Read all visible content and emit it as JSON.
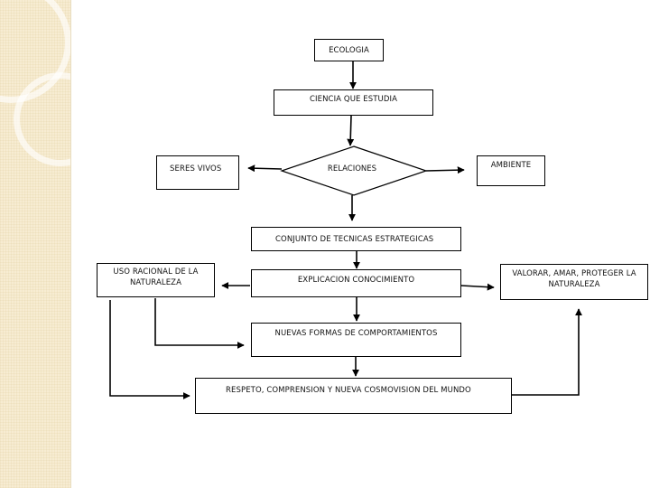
{
  "diagram": {
    "nodes": {
      "ecologia": "ECOLOGIA",
      "ciencia": "CIENCIA QUE ESTUDIA",
      "seres_vivos": "SERES VIVOS",
      "relaciones": "RELACIONES",
      "ambiente": "AMBIENTE",
      "conjunto": "CONJUNTO DE TECNICAS ESTRATEGICAS",
      "uso_racional": "USO RACIONAL DE LA NATURALEZA",
      "explicacion": "EXPLICACION CONOCIMIENTO",
      "valorar": "VALORAR, AMAR, PROTEGER LA NATURALEZA",
      "nuevas_formas": "NUEVAS FORMAS DE COMPORTAMIENTOS",
      "respeto": "RESPETO, COMPRENSION Y NUEVA COSMOVISION DEL MUNDO"
    },
    "colors": {
      "sidebar": "#f7ecd2",
      "stroke": "#000000"
    }
  }
}
